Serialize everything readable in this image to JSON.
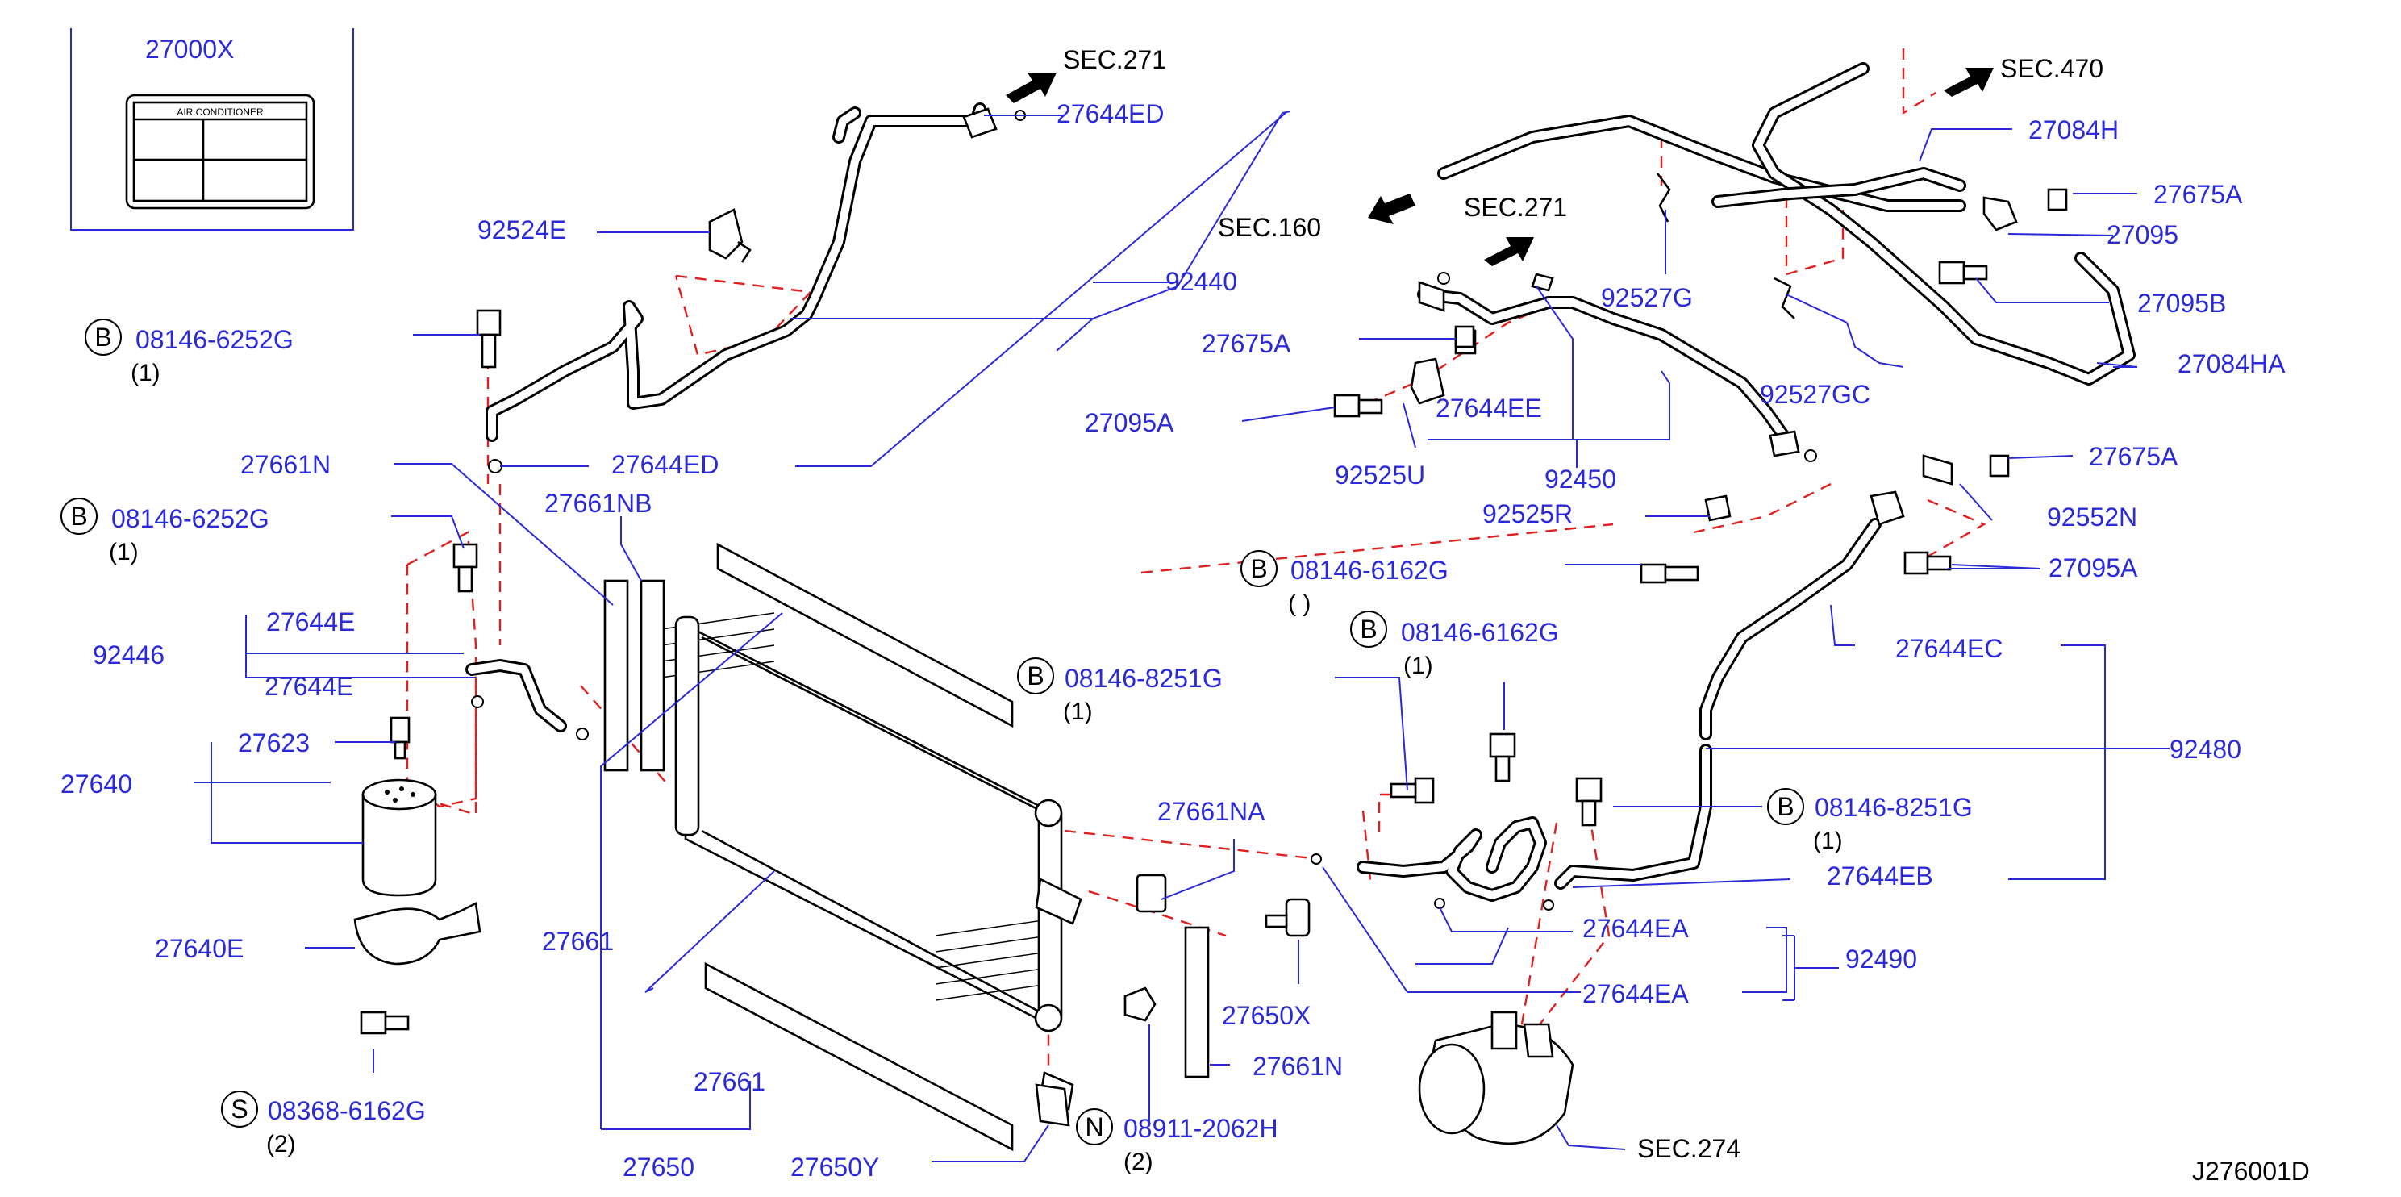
{
  "labels": {
    "p27000X": "27000X",
    "label_card_title": "AIR    CONDITIONER",
    "p27644ED_top": "27644ED",
    "sec271_left": "SEC.271",
    "p92524E": "92524E",
    "p92440": "92440",
    "sec160": "SEC.160",
    "p08146_6252G_a": "08146-6252G",
    "qty1_a": "(1)",
    "p27661N_top": "27661N",
    "p27644ED_mid": "27644ED",
    "p08146_6252G_b": "08146-6252G",
    "qty1_b": "(1)",
    "p27661NB": "27661NB",
    "p92446": "92446",
    "p27644E_partial": "27644E",
    "p27644E": "27644E",
    "p27623": "27623",
    "p27640": "27640",
    "p27640E": "27640E",
    "p08368_6162G": "08368-6162G",
    "qty2_a": "(2)",
    "p27661_left": "27661",
    "p27661_bottom": "27661",
    "p27650": "27650",
    "p27650Y": "27650Y",
    "p08911_2062H": "08911-2062H",
    "qty2_b": "(2)",
    "p08146_8251G_a": "08146-8251G",
    "qty1_c": "(1)",
    "p27661NA": "27661NA",
    "p27650X": "27650X",
    "p27661N_bottom": "27661N",
    "sec470": "SEC.470",
    "p27084H": "27084H",
    "p27675A_top": "27675A",
    "p27095": "27095",
    "p27095B": "27095B",
    "p27084HA": "27084HA",
    "sec271_right": "SEC.271",
    "p92527G": "92527G",
    "p92527GC": "92527GC",
    "p27675A_mid": "27675A",
    "p27095A_left": "27095A",
    "p27644EE": "27644EE",
    "p92525U": "92525U",
    "p92450": "92450",
    "p27675A_right": "27675A",
    "p92552N": "92552N",
    "p92525R": "92525R",
    "p27095A_right": "27095A",
    "p08146_6162G_a": "08146-6162G",
    "qty_paren": "(  )",
    "p08146_6162G_partial": "08146-6162G",
    "qty1_d": "(1)",
    "p27644EC": "27644EC",
    "p92480": "92480",
    "p08146_8251G_b": "08146-8251G",
    "qty1_e": "(1)",
    "p27644EB": "27644EB",
    "p27644EA_a": "27644EA",
    "p92490": "92490",
    "p27644EA_b": "27644EA",
    "sec274": "SEC.274",
    "drawing_code": "J276001D"
  },
  "callout_letters": {
    "b": "B",
    "s": "S",
    "n": "N"
  },
  "colors": {
    "part_number": "#2a2ad8",
    "leader_line": "#2a2ad8",
    "dashed_relation": "#e02020",
    "part_outline": "#000000"
  }
}
